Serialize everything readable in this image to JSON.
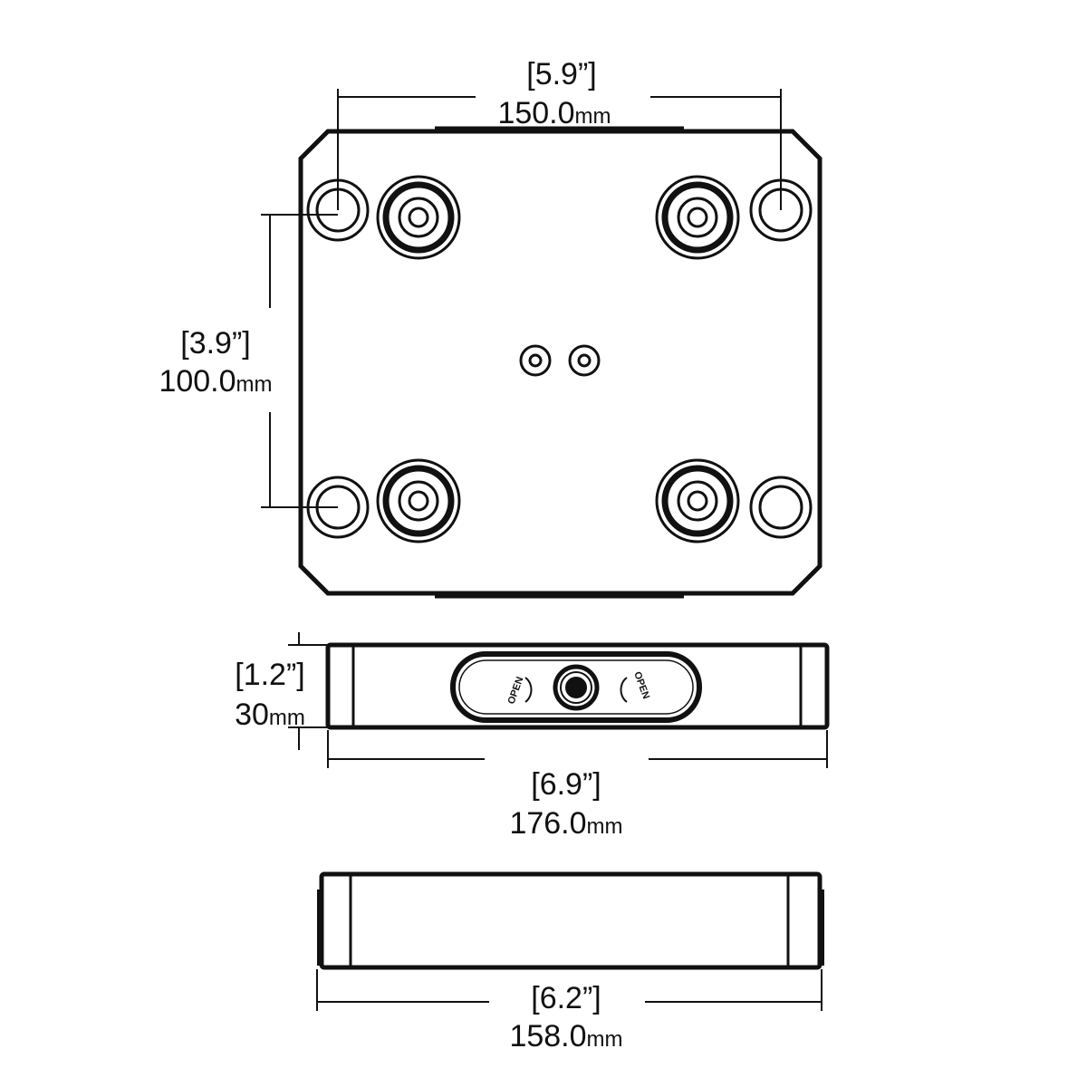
{
  "top_view": {
    "width_in": "[5.9”]",
    "width_mm": "150.0",
    "height_in": "[3.9”]",
    "height_mm": "100.0",
    "unit": "mm"
  },
  "side_view": {
    "height_in": "[1.2”]",
    "height_mm": "30",
    "width_in": "[6.9”]",
    "width_mm": "176.0",
    "unit": "mm",
    "knob_label": "OPEN"
  },
  "bottom_view": {
    "width_in": "[6.2”]",
    "width_mm": "158.0",
    "unit": "mm"
  },
  "colors": {
    "line": "#111111",
    "background": "#ffffff"
  }
}
